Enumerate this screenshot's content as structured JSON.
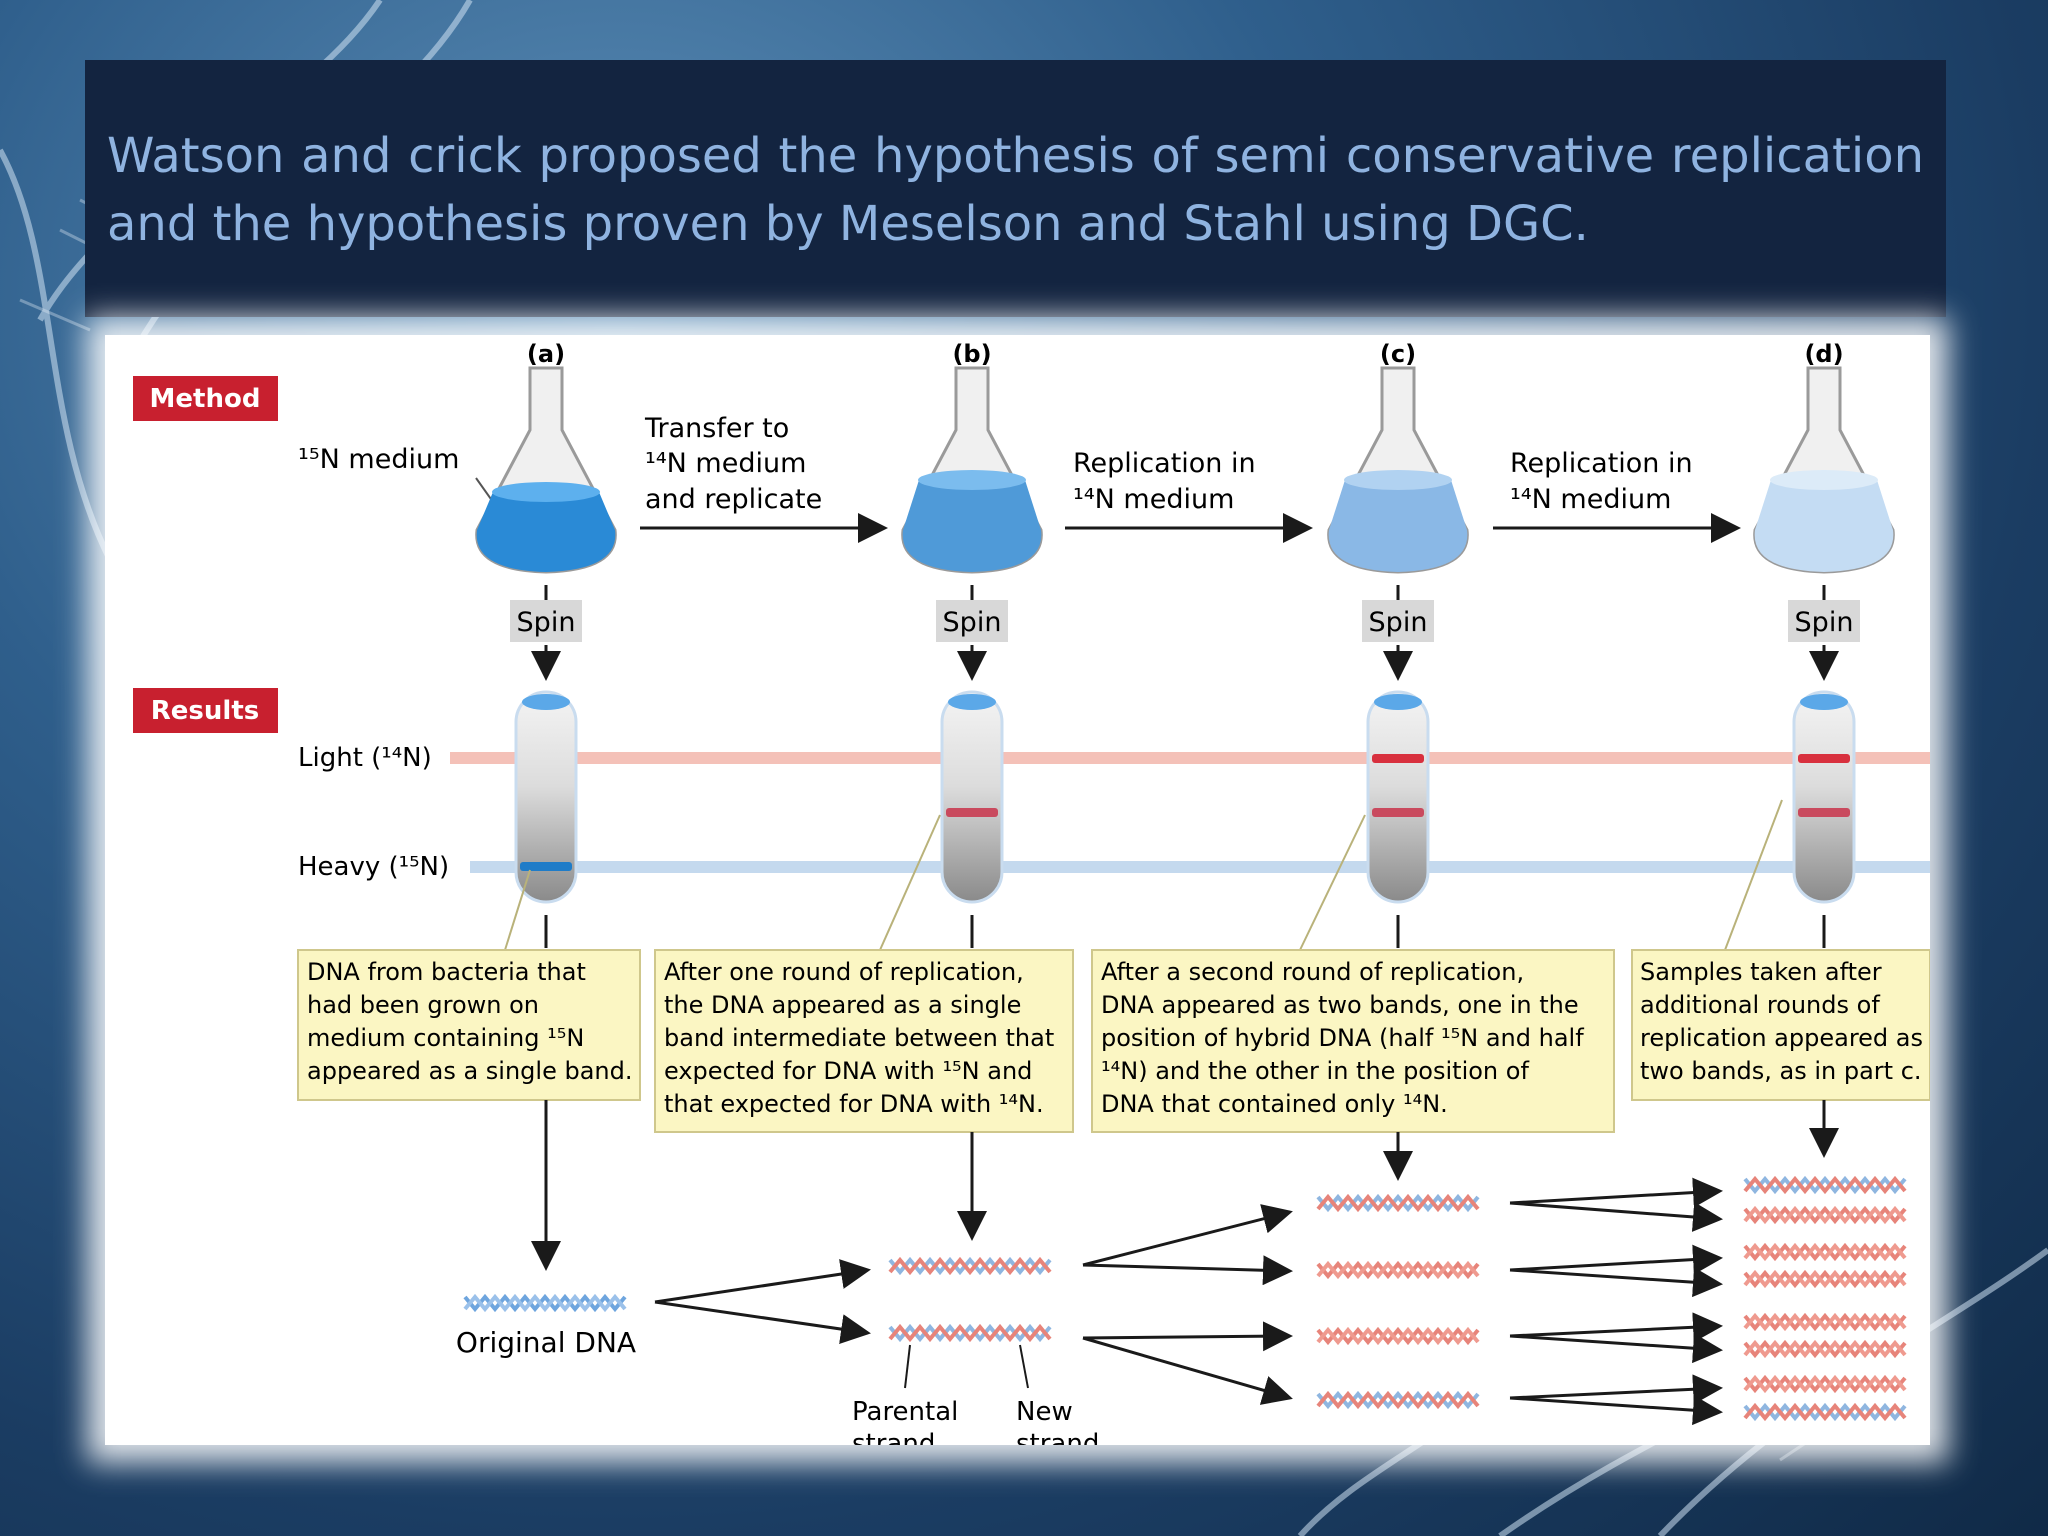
{
  "slide": {
    "title": "Watson and crick proposed the hypothesis of semi conservative replication and the hypothesis proven by Meselson and Stahl using DGC."
  },
  "figure": {
    "panel_letters": [
      "(a)",
      "(b)",
      "(c)",
      "(d)"
    ],
    "method_label": "Method",
    "results_label": "Results",
    "medium_15n": "¹⁵N medium",
    "transfer": [
      "Transfer to",
      "¹⁴N medium",
      "and replicate"
    ],
    "replication_1": [
      "Replication in",
      "¹⁴N medium"
    ],
    "replication_2": [
      "Replication in",
      "¹⁴N medium"
    ],
    "spin_label": "Spin",
    "light_label": "Light (¹⁴N)",
    "heavy_label": "Heavy (¹⁵N)",
    "caption_a": [
      "DNA from bacteria that",
      "had been grown on",
      "medium containing ¹⁵N",
      "appeared as a single band."
    ],
    "caption_b": [
      "After one round of replication,",
      "the DNA appeared as a single",
      "band intermediate between that",
      "expected for DNA with ¹⁵N and",
      "that expected for DNA with ¹⁴N."
    ],
    "caption_c": [
      "After a second round of replication,",
      "DNA appeared as two bands, one in the",
      "position of hybrid DNA (half ¹⁵N and half",
      "¹⁴N) and the other in the position of",
      "DNA that contained only ¹⁴N."
    ],
    "caption_d": [
      "Samples taken after",
      "additional rounds of",
      "replication appeared as",
      "two bands, as in part c."
    ],
    "original_dna": "Original DNA",
    "parental_strand": [
      "Parental",
      "strand"
    ],
    "new_strand": [
      "New",
      "strand"
    ]
  },
  "colors": {
    "title_bg": "#132440",
    "title_text": "#8fb3e0",
    "label_red": "#c8202f",
    "light_line": "#f4c1b8",
    "heavy_line": "#c4d9ee",
    "caption_bg": "#fbf6c3",
    "parental_strand": "#8fb6e0",
    "new_strand": "#e7847a"
  }
}
